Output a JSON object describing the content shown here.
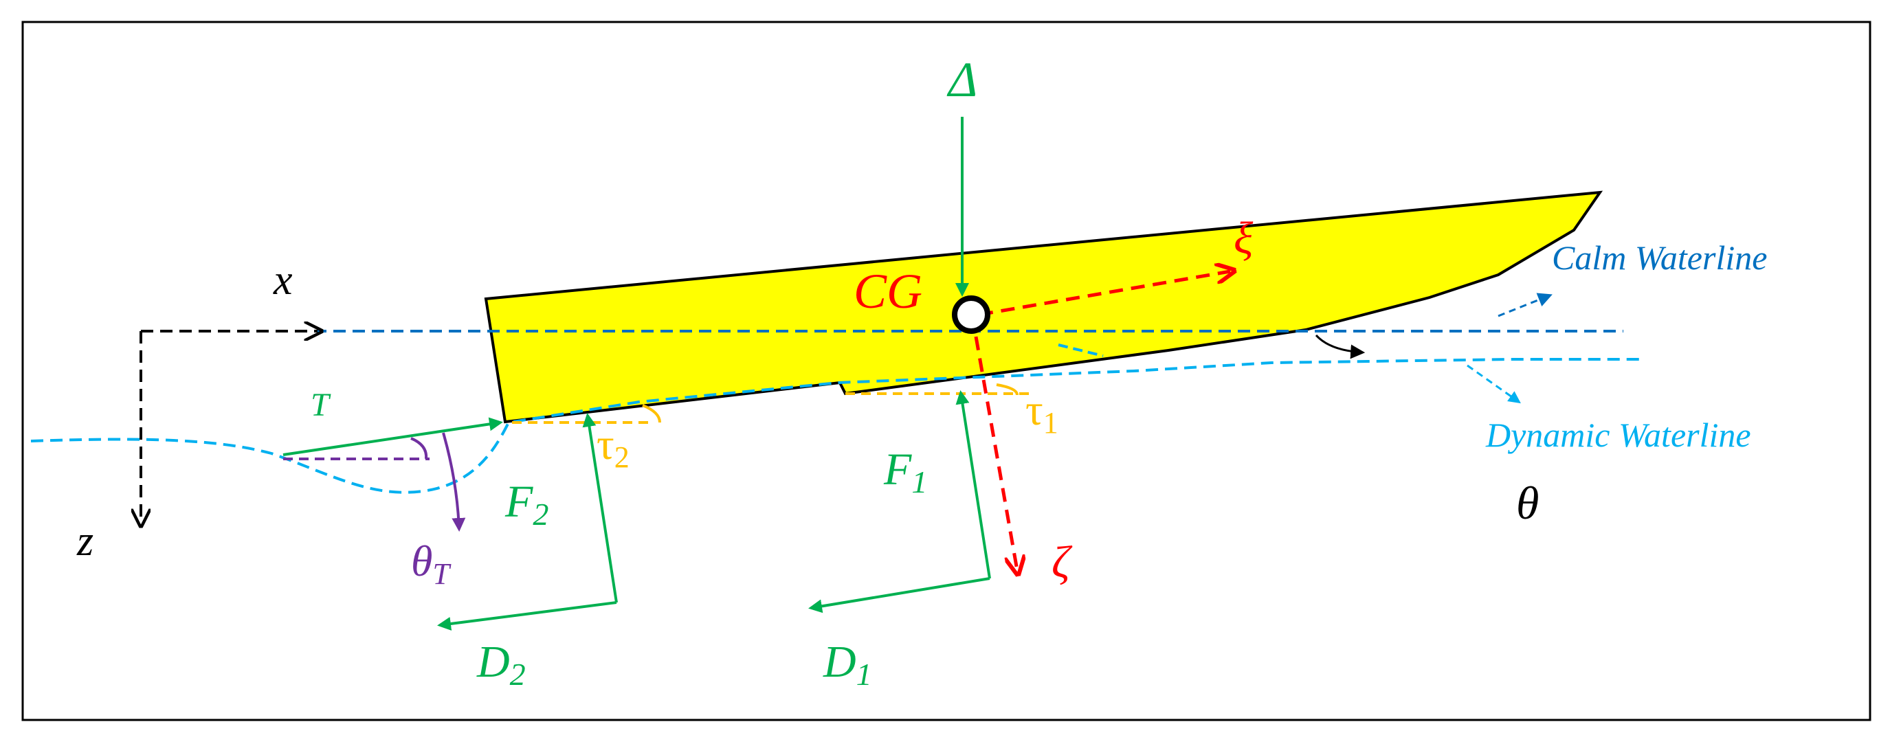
{
  "colors": {
    "frame": "#000000",
    "hull_fill": "#ffff00",
    "hull_stroke": "#000000",
    "green": "#00b050",
    "red": "#ff0000",
    "orange": "#ffc000",
    "blue": "#0070c0",
    "light_blue": "#00b0f0",
    "purple": "#7030a0",
    "black": "#000000"
  },
  "labels": {
    "displacement": "Δ",
    "cg": "CG",
    "xi": "ξ",
    "zeta": "ζ",
    "x_axis": "x",
    "z_axis": "z",
    "thrust": "T",
    "theta_t_base": "θ",
    "theta_t_sub": "T",
    "tau2_base": "τ",
    "tau2_sub": "2",
    "tau1_base": "τ",
    "tau1_sub": "1",
    "f2_base": "F",
    "f2_sub": "2",
    "f1_base": "F",
    "f1_sub": "1",
    "d2_base": "D",
    "d2_sub": "2",
    "d1_base": "D",
    "d1_sub": "1",
    "theta": "θ",
    "calm_waterline": "Calm Waterline",
    "dynamic_waterline": "Dynamic Waterline"
  }
}
